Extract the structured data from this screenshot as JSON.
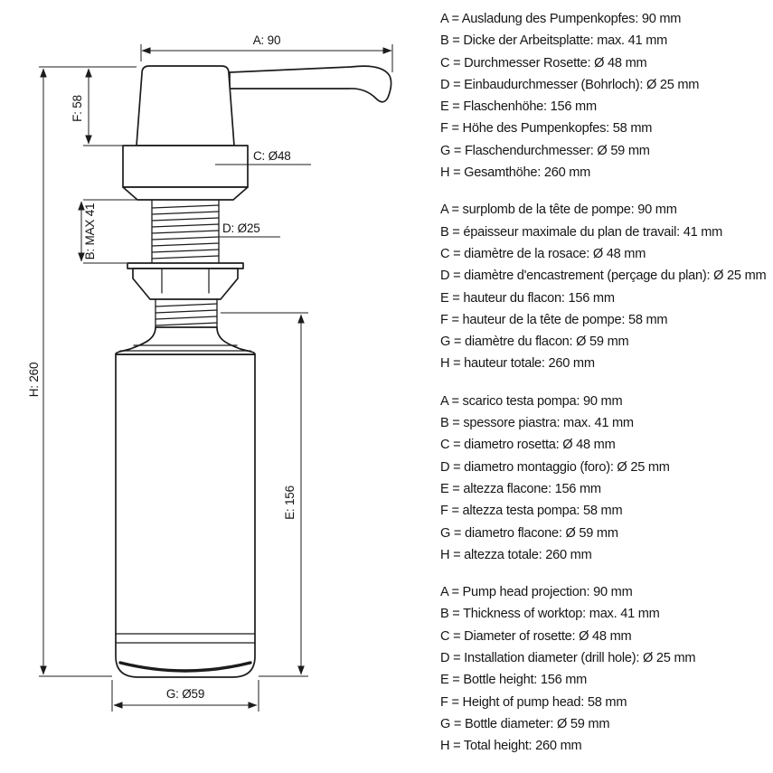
{
  "colors": {
    "ink": "#1a1a1a",
    "background": "#ffffff"
  },
  "diagram": {
    "description": "soap-dispenser-technical-drawing",
    "labels": {
      "A": "A: 90",
      "H": "H: 260",
      "F": "F: 58",
      "B": "B: MAX 41",
      "C": "C: Ø48",
      "D": "D: Ø25",
      "E": "E: 156",
      "G": "G: Ø59"
    }
  },
  "legend": {
    "blocks": [
      {
        "lang": "de",
        "lines": [
          "A = Ausladung des Pumpenkopfes: 90 mm",
          "B = Dicke der Arbeitsplatte: max. 41 mm",
          "C = Durchmesser Rosette: Ø 48 mm",
          "D = Einbaudurchmesser (Bohrloch): Ø 25 mm",
          "E = Flaschenhöhe: 156 mm",
          "F = Höhe des Pumpenkopfes: 58 mm",
          "G = Flaschendurchmesser: Ø 59 mm",
          "H = Gesamthöhe: 260 mm"
        ]
      },
      {
        "lang": "fr",
        "lines": [
          "A = surplomb de la tête de pompe: 90 mm",
          "B = épaisseur maximale du plan de travail: 41 mm",
          "C = diamètre de la rosace: Ø 48 mm",
          "D = diamètre d'encastrement (perçage du plan): Ø 25 mm",
          "E = hauteur du flacon: 156 mm",
          "F = hauteur de la tête de pompe: 58 mm",
          "G = diamètre du flacon: Ø 59 mm",
          "H = hauteur totale: 260 mm"
        ]
      },
      {
        "lang": "it",
        "lines": [
          "A = scarico testa pompa: 90 mm",
          "B = spessore piastra: max. 41 mm",
          "C = diametro rosetta: Ø 48 mm",
          "D = diametro montaggio (foro): Ø 25 mm",
          "E = altezza flacone: 156 mm",
          "F = altezza testa pompa: 58 mm",
          "G = diametro flacone: Ø 59 mm",
          "H = altezza totale: 260 mm"
        ]
      },
      {
        "lang": "en",
        "lines": [
          "A = Pump head projection: 90 mm",
          "B = Thickness of worktop: max. 41 mm",
          "C = Diameter of rosette: Ø 48 mm",
          "D = Installation diameter (drill hole): Ø 25 mm",
          "E = Bottle height: 156 mm",
          "F = Height of pump head: 58 mm",
          "G = Bottle diameter: Ø 59 mm",
          "H = Total height: 260 mm"
        ]
      }
    ]
  }
}
